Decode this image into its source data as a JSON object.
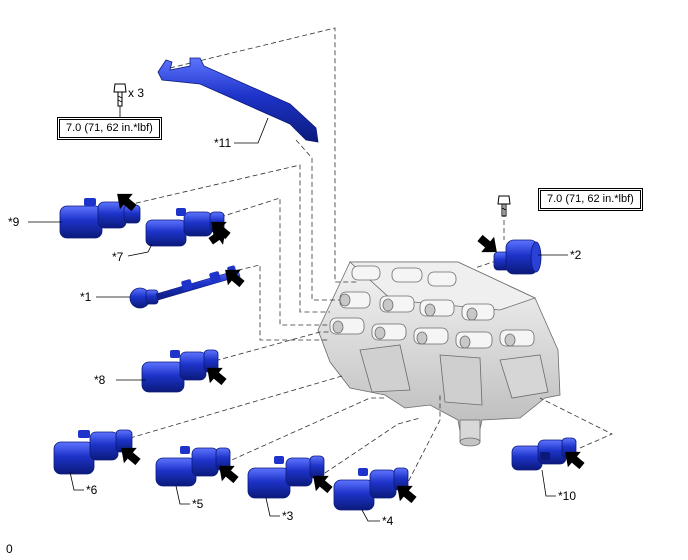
{
  "torque_left": "7.0 (71, 62 in.*lbf)",
  "torque_right": "7.0 (71, 62 in.*lbf)",
  "bolt_qty": "x 3",
  "callouts": {
    "c1": "*1",
    "c2": "*2",
    "c3": "*3",
    "c4": "*4",
    "c5": "*5",
    "c6": "*6",
    "c7": "*7",
    "c8": "*8",
    "c9": "*9",
    "c10": "*10",
    "c11": "*11"
  },
  "corner_code": "0",
  "colors": {
    "solenoid": "#1d33c9",
    "solenoid_dark": "#0b1a7a",
    "body": "#dcdcdc",
    "line": "#000000"
  }
}
